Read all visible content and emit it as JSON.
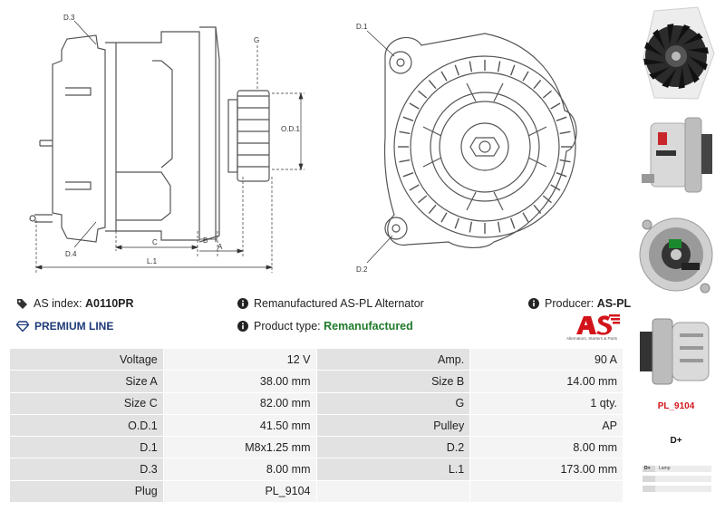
{
  "drawing_labels": {
    "d3": "D.3",
    "d4": "D.4",
    "g": "G",
    "od1": "O.D.1",
    "c": "C",
    "b": "B",
    "a": "A",
    "l1": "L.1",
    "d1": "D.1",
    "d2": "D.2"
  },
  "info": {
    "as_index_label": "AS index:",
    "as_index_value": "A0110PR",
    "product_title": "Remanufactured AS-PL Alternator",
    "producer_label": "Producer:",
    "producer_value": "AS-PL",
    "premium_line": "PREMIUM LINE",
    "product_type_label": "Product type:",
    "product_type_value": "Remanufactured"
  },
  "brand": {
    "logo_text": "AS",
    "tagline": "Alternators, Starters & Parts",
    "color": "#d2141a"
  },
  "specs": [
    {
      "l1": "Voltage",
      "v1": "12 V",
      "l2": "Amp.",
      "v2": "90 A"
    },
    {
      "l1": "Size A",
      "v1": "38.00 mm",
      "l2": "Size B",
      "v2": "14.00 mm"
    },
    {
      "l1": "Size C",
      "v1": "82.00 mm",
      "l2": "G",
      "v2": "1 qty."
    },
    {
      "l1": "O.D.1",
      "v1": "41.50 mm",
      "l2": "Pulley",
      "v2": "AP"
    },
    {
      "l1": "D.1",
      "v1": "M8x1.25 mm",
      "l2": "D.2",
      "v2": "8.00 mm"
    },
    {
      "l1": "D.3",
      "v1": "8.00 mm",
      "l2": "L.1",
      "v2": "173.00 mm"
    },
    {
      "l1": "Plug",
      "v1": "PL_9104",
      "l2": "",
      "v2": ""
    }
  ],
  "plug": {
    "code": "PL_9104",
    "terminal": "D+",
    "wiring": [
      {
        "key": "D+",
        "value": "Lamp"
      },
      {
        "key": "",
        "value": ""
      },
      {
        "key": "",
        "value": ""
      }
    ]
  },
  "colors": {
    "premium": "#1e3a78",
    "remanufactured": "#1f7a2a",
    "accent": "#d2141a"
  }
}
